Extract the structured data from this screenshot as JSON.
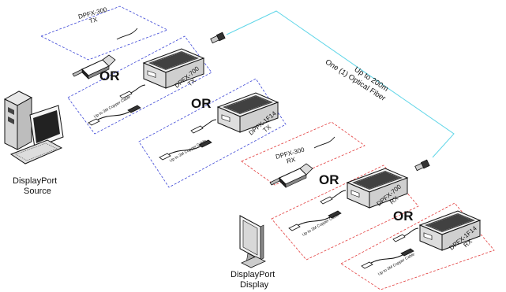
{
  "colors": {
    "tx_box": "#3b45d6",
    "rx_box": "#e23a3a",
    "fiber": "#61d6e8",
    "ink": "#111111"
  },
  "source": {
    "line1": "DisplayPort",
    "line2": "Source"
  },
  "display": {
    "line1": "DisplayPort",
    "line2": "Display"
  },
  "fiber": {
    "line1": "Up to 200m",
    "line2": "One (1) Optical Fiber"
  },
  "tx": {
    "dpfx300": {
      "model": "DPFX-300",
      "role": "TX"
    },
    "or1": "OR",
    "dpfx700": {
      "model": "DPFX-700",
      "role": "TX",
      "cable": "Up to 3M Copper Cable"
    },
    "or2": "OR",
    "dpfx1f14": {
      "model": "DPFX-1F14",
      "role": "TX",
      "cable": "Up to 3M Copper Cable"
    }
  },
  "rx": {
    "dpfx300": {
      "model": "DPFX-300",
      "role": "RX"
    },
    "or1": "OR",
    "dpfx700": {
      "model": "DPFX-700",
      "role": "RX",
      "cable": "Up to 3M Copper Cable"
    },
    "or2": "OR",
    "dpfx1f14": {
      "model": "DPFX-1F14",
      "role": "RX",
      "cable": "Up to 3M Copper Cable"
    }
  },
  "icons": [
    "computer-icon",
    "monitor-icon",
    "keyboard-icon",
    "dongle-icon",
    "converter-box-icon",
    "fiber-connector-icon",
    "copper-cable-icon"
  ]
}
